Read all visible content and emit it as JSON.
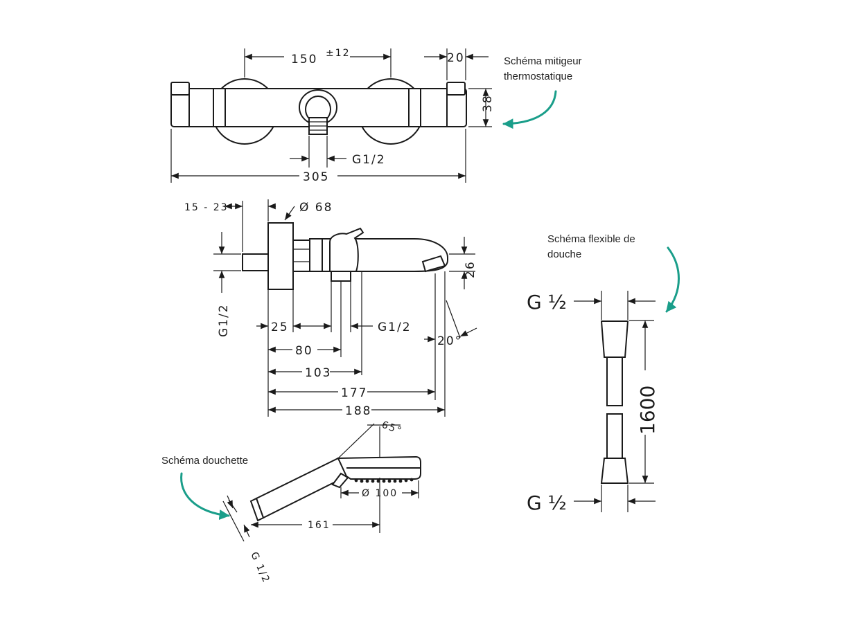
{
  "captions": {
    "mixer_line1": "Schéma mitigeur",
    "mixer_line2": "thermostatique",
    "hose_line1": "Schéma flexible de",
    "hose_line2": "douche",
    "handshower": "Schéma douchette"
  },
  "mixer_top": {
    "d150": "150",
    "d150_tol": "±12",
    "d20": "20",
    "d38": "38",
    "g12": "G1/2",
    "d305": "305"
  },
  "mixer_side": {
    "d15_23": "15 - 23",
    "d68": "Ø 68",
    "d26": "26",
    "g12_left": "G1/2",
    "d25": "25",
    "g12": "G1/2",
    "angle20": "20°",
    "d80": "80",
    "d103": "103",
    "d177": "177",
    "d188": "188"
  },
  "handshower": {
    "angle65": "65°",
    "d100": "Ø 100",
    "d161": "161",
    "g12": "G 1/2"
  },
  "hose": {
    "g_top": "G ½",
    "g_bottom": "G ½",
    "length": "1600"
  },
  "colors": {
    "accent": "#1a9e8a",
    "line": "#1a1a1a"
  }
}
